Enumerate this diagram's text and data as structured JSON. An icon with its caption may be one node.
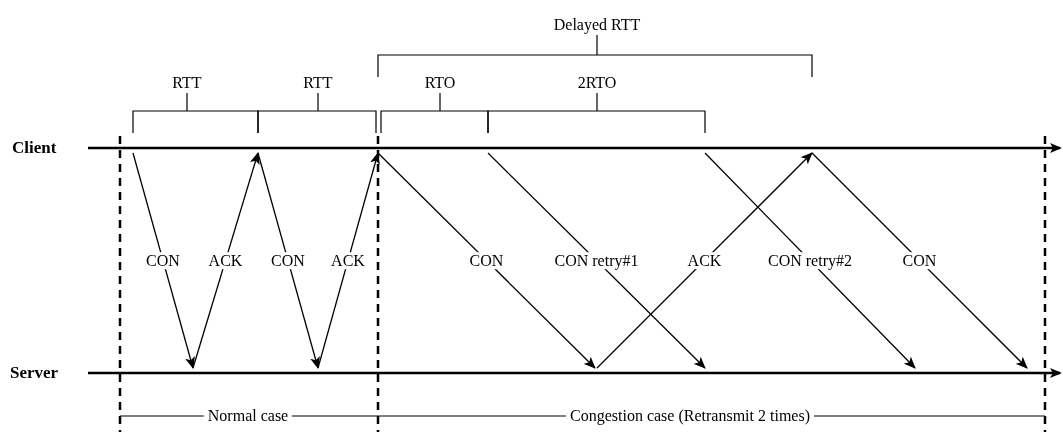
{
  "diagram": {
    "nodes": [
      {
        "text": [],
        "shape": "bar",
        "beside": [
          "Client"
        ]
      },
      {
        "text": [],
        "shape": "bar",
        "beside": [
          "Server"
        ]
      }
    ],
    "edges": [
      {
        "from": 0,
        "to": 1,
        "arrow": "to",
        "label": "CON"
      },
      {
        "from": 1,
        "to": 0,
        "arrow": "to",
        "label": "ACK"
      },
      {
        "from": 0,
        "to": 1,
        "arrow": "to",
        "label": "CON"
      },
      {
        "from": 1,
        "to": 0,
        "arrow": "to",
        "label": "ACK"
      },
      {
        "from": 0,
        "to": 1,
        "arrow": "to",
        "label": "CON"
      },
      {
        "from": 0,
        "to": 1,
        "arrow": "to",
        "label": "CON retry#1"
      },
      {
        "from": 1,
        "to": 0,
        "arrow": "to",
        "label": "ACK"
      },
      {
        "from": 0,
        "to": 1,
        "arrow": "to",
        "label": "CON retry#2"
      },
      {
        "from": 0,
        "to": 1,
        "arrow": "to",
        "label": "CON"
      }
    ],
    "labels": [
      "Delayed RTT",
      "RTT",
      "RTT",
      "RTO",
      "2RTO",
      "Normal case",
      "Congestion case (Retransmit 2 times)"
    ]
  }
}
